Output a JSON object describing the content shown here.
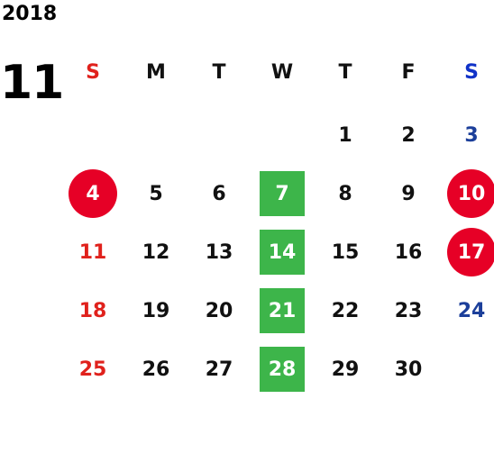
{
  "calendar": {
    "year": "2018",
    "month": "11",
    "weekdays": [
      "S",
      "M",
      "T",
      "W",
      "T",
      "F",
      "S"
    ],
    "weeks": [
      [
        "",
        "",
        "",
        "",
        "1",
        "2",
        "3"
      ],
      [
        "4",
        "5",
        "6",
        "7",
        "8",
        "9",
        "10"
      ],
      [
        "11",
        "12",
        "13",
        "14",
        "15",
        "16",
        "17"
      ],
      [
        "18",
        "19",
        "20",
        "21",
        "22",
        "23",
        "24"
      ],
      [
        "25",
        "26",
        "27",
        "28",
        "29",
        "30",
        ""
      ]
    ],
    "highlighted_red_circle": [
      "4",
      "10",
      "17"
    ],
    "highlighted_green_square": [
      "7",
      "14",
      "21",
      "28"
    ],
    "colors": {
      "sunday_text": "#e0211c",
      "saturday_text": "#1c3f9a",
      "saturday_header": "#1032c8",
      "weekday_text": "#111111",
      "red_circle": "#e60026",
      "green_square": "#3db54a"
    }
  }
}
